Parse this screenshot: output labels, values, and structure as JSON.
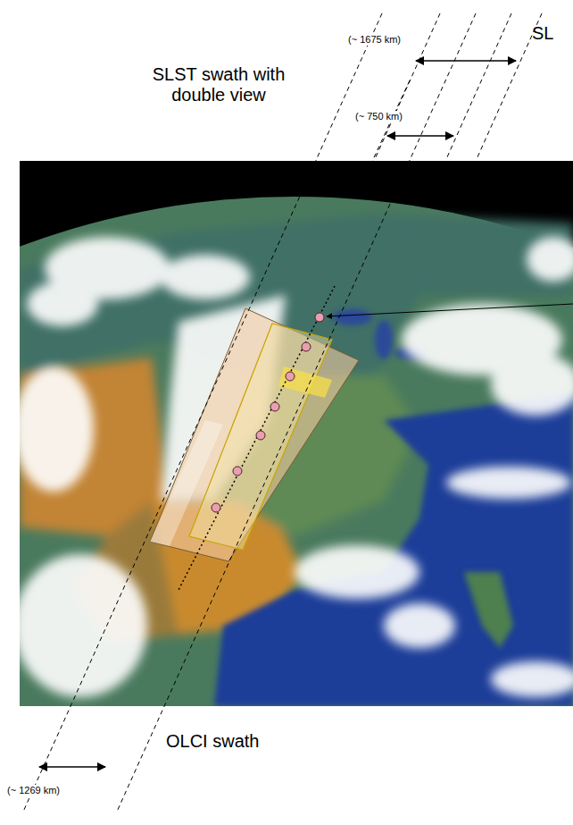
{
  "diagram": {
    "labels": [
      "(~ 1675 km)",
      "SL",
      "SLST swath with double view",
      "(~ 750 km)",
      "OLCI swath",
      "(~ 1269 km)"
    ]
  }
}
